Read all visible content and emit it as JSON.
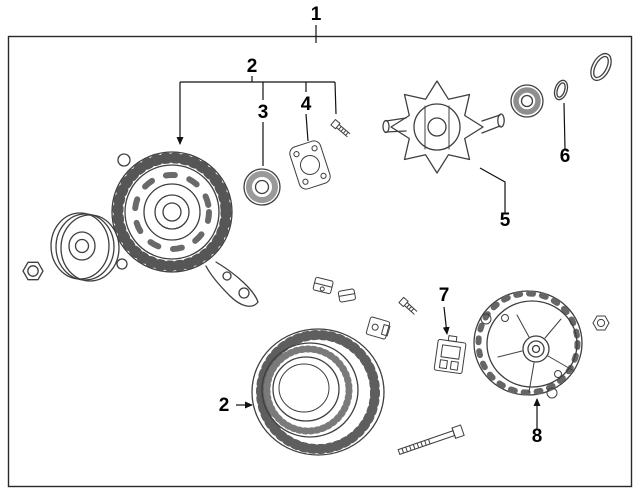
{
  "figure": {
    "type": "exploded-parts-diagram",
    "subject_icons": {
      "1": "alternator-assembly",
      "2a": "drive-end-frame",
      "3": "front-bearing",
      "4": "bearing-retainer-plate",
      "5": "rotor",
      "6": "rear-bearing-and-cover",
      "2b": "stator-coil-housing",
      "7": "brush-holder",
      "8": "rear-end-frame"
    },
    "callouts": {
      "assembly": "1",
      "front_frame": "2",
      "front_bearing": "3",
      "bearing_retainer": "4",
      "rotor": "5",
      "rear_bearing": "6",
      "stator": "2",
      "brush_holder": "7",
      "rear_frame": "8"
    },
    "colors": {
      "line": "#3f3f3f",
      "leader": "#111111",
      "background": "#ffffff",
      "label": "#000000"
    }
  }
}
